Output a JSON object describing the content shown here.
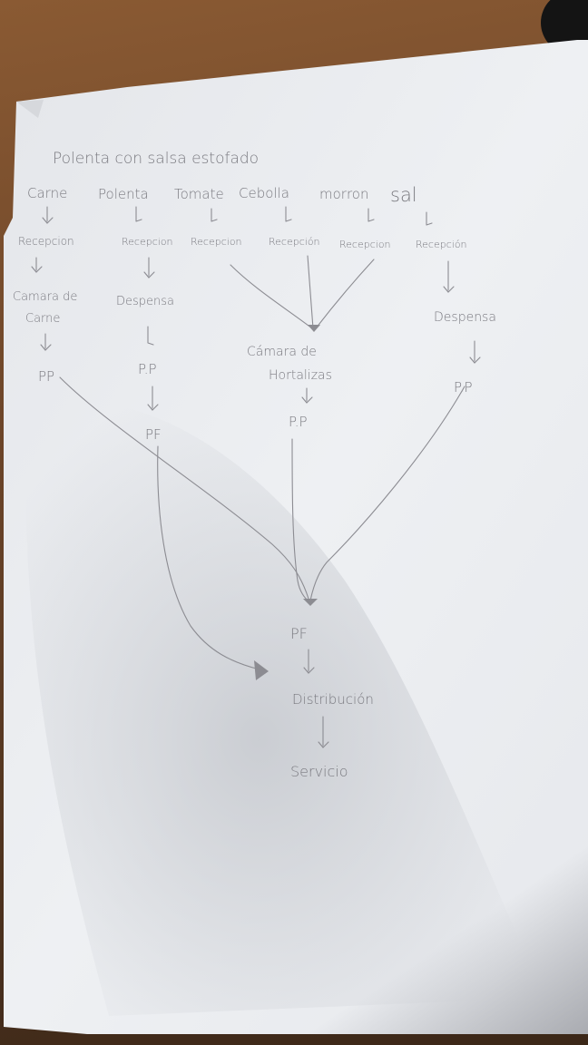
{
  "title": "Polenta con salsa estofado",
  "ingredients": [
    {
      "name": "Carne",
      "reception": "Recepcion",
      "storage": "Camara de Carne",
      "step": "PP"
    },
    {
      "name": "Polenta",
      "reception": "Recepcion",
      "storage": "Despensa",
      "step": "P.P",
      "final": "PF"
    },
    {
      "name": "Tomate",
      "reception": "Recepcion"
    },
    {
      "name": "Cebolla",
      "reception": "Recepción"
    },
    {
      "name": "morron",
      "reception": "Recepcion"
    },
    {
      "name": "sal",
      "reception": "Recepción",
      "storage": "Despensa",
      "step": "P.P"
    }
  ],
  "vegetable_storage": "Cámara de Hortalizas",
  "vegetable_step": "P.P",
  "final_product": "PF",
  "distribution": "Distribución",
  "service": "Servicio",
  "colors": {
    "paper": "#eceef1",
    "pencil": "#7a7a80",
    "desk": "#6b4428",
    "shadow": "#c8cbd0"
  }
}
